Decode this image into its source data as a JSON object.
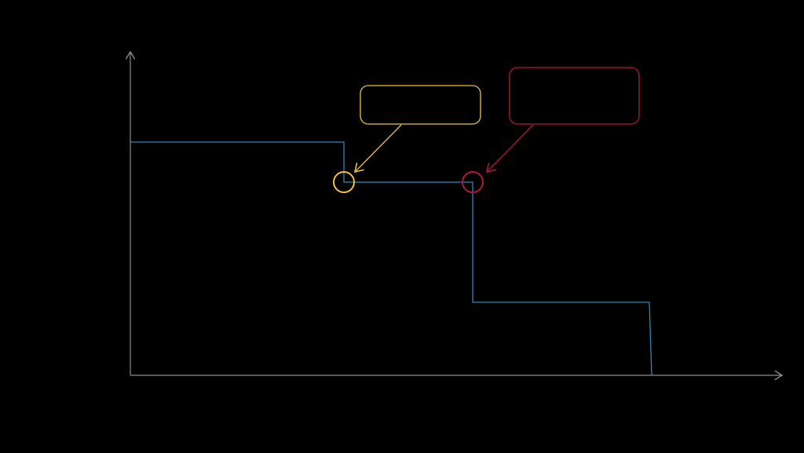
{
  "diagram": {
    "type": "step-line",
    "axis_color": "#8a8a8a",
    "line_color": "#2f86b6",
    "background": "#000000",
    "steps": [
      {
        "level": 3,
        "start": 0,
        "end": 1
      },
      {
        "level": 2.45,
        "start": 1,
        "end": 1.6
      },
      {
        "level": 0.9,
        "start": 1.6,
        "end": 2.4
      },
      {
        "level": 0,
        "start": 2.4,
        "end": 2.4
      }
    ],
    "callouts": [
      {
        "name": "yellow",
        "color": "#f0c13a",
        "text": ""
      },
      {
        "name": "red",
        "color": "#b3193f",
        "text": ""
      }
    ]
  }
}
